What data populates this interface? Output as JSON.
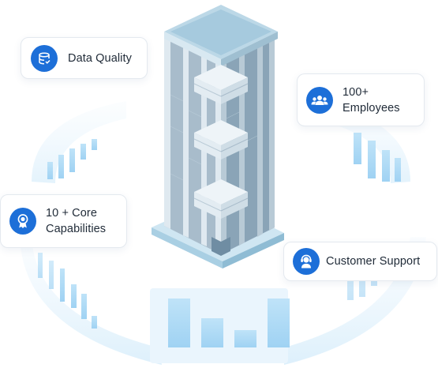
{
  "cards": {
    "data_quality": {
      "label": "Data Quality",
      "icon": "database-check-icon"
    },
    "employees": {
      "line1": "100+",
      "line2": "Employees",
      "icon": "people-group-icon"
    },
    "capabilities": {
      "line1": "10 + Core",
      "line2": "Capabilities",
      "icon": "award-ribbon-icon"
    },
    "support": {
      "label": "Customer Support",
      "icon": "support-agent-icon"
    }
  },
  "colors": {
    "accent": "#1d6fd8",
    "ring": "#e6f3fc",
    "ring_bars": "#a9d7f5",
    "building_roof": "#a9cde0",
    "building_glass": "#9fb6c7",
    "building_column": "#d7e4ec"
  }
}
